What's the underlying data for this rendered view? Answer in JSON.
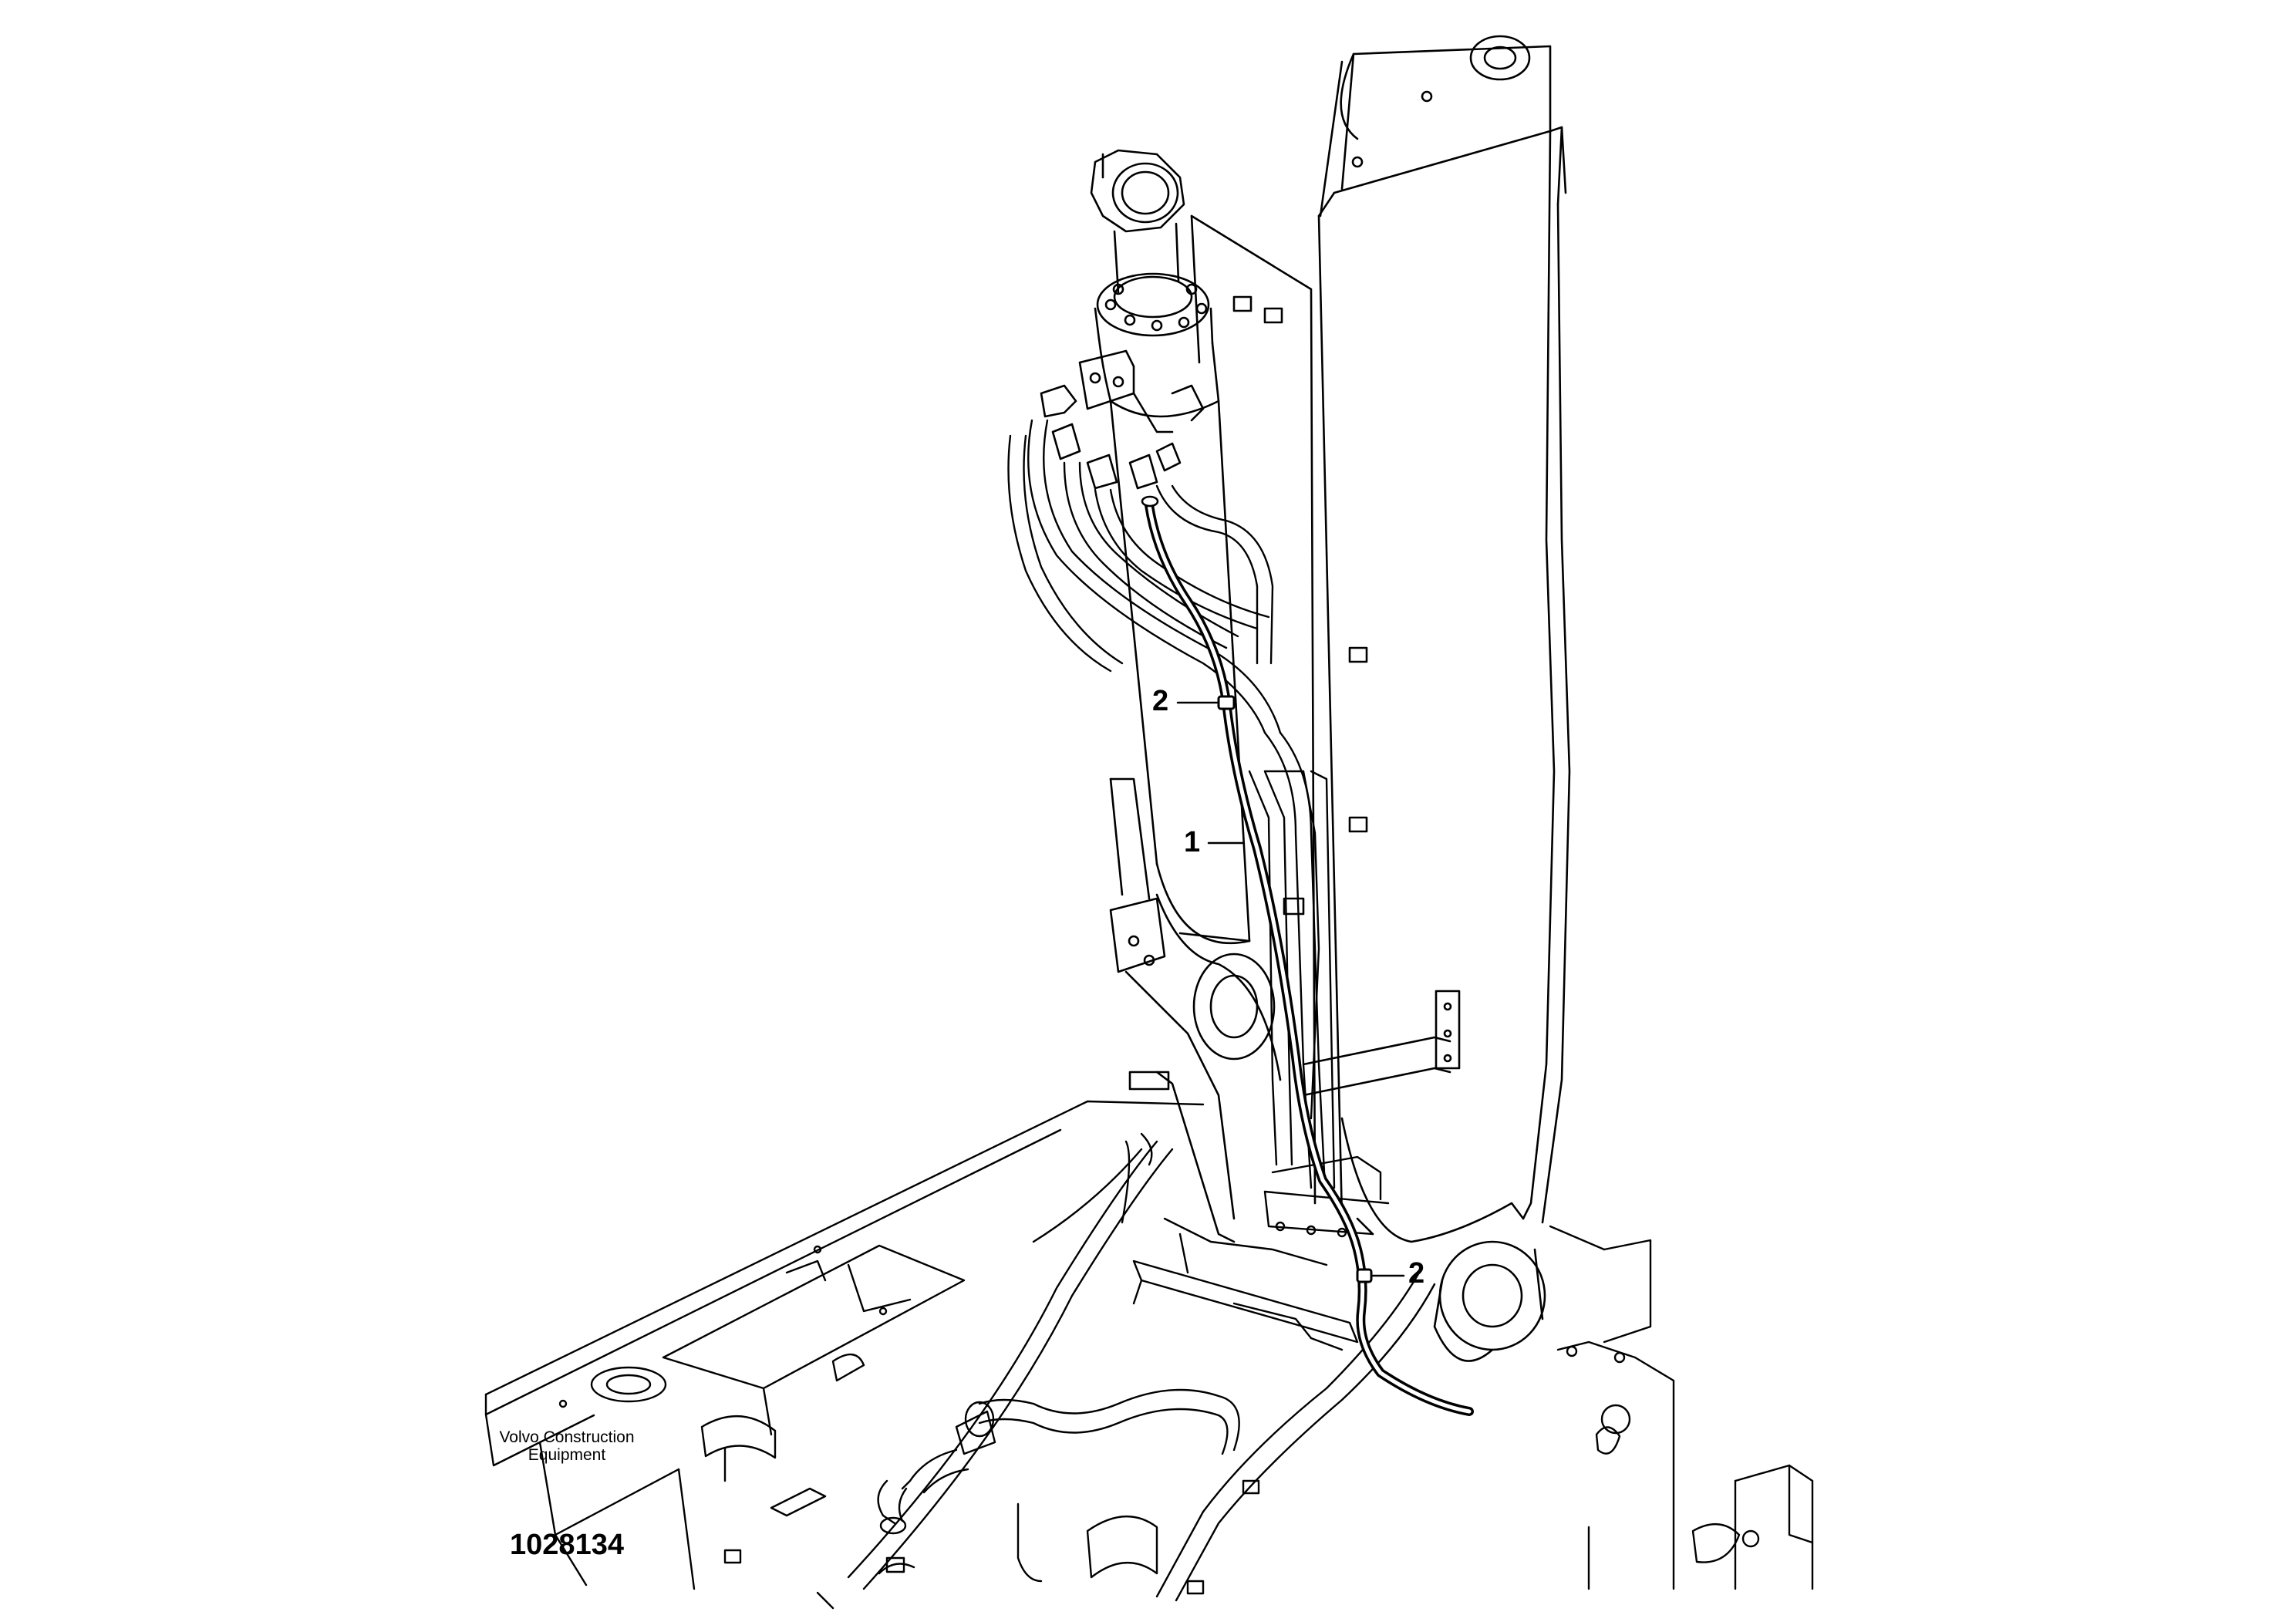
{
  "callouts": {
    "hose_assembly": "1",
    "hose_clamp_upper": "2",
    "hose_clamp_lower": "2"
  },
  "caption": {
    "company_line1": "Volvo Construction",
    "company_line2": "Equipment",
    "drawing_number": "1028134"
  },
  "colors": {
    "line": "#000000",
    "background": "#ffffff"
  }
}
